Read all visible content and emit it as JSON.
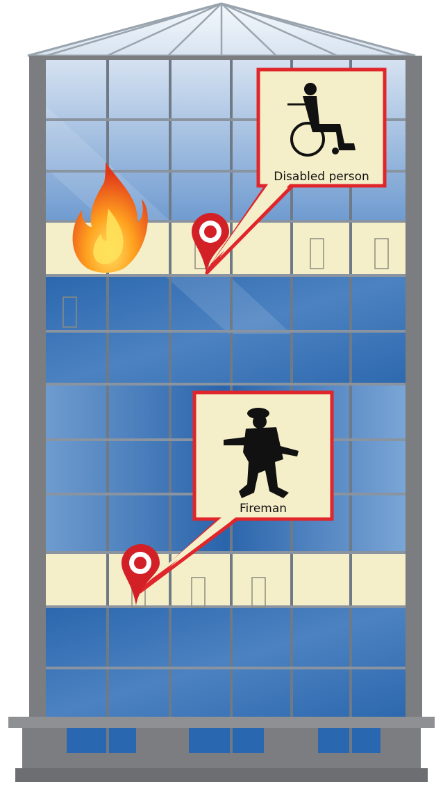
{
  "scene": {
    "description_free": true,
    "colors": {
      "frame": "#7b7d80",
      "frame_dark": "#5f6164",
      "glass_light": "#b9cde6",
      "glass_mid": "#5b8cc6",
      "glass_dark": "#1f5ea8",
      "mullion": "#6f7a86",
      "highlight_floor": "#f5efc9",
      "callout_bg": "#f5efc9",
      "callout_border": "#e0262b",
      "pin_red": "#d32027",
      "flame_outer": "#e8431c",
      "flame_inner": "#ffb21f"
    }
  },
  "callouts": [
    {
      "id": "disabled",
      "label": "Disabled person",
      "icon": "wheelchair-user-icon"
    },
    {
      "id": "fireman",
      "label": "Fireman",
      "icon": "firefighter-icon"
    }
  ],
  "icons": {
    "fire": "fire-icon",
    "pin": "location-pin-icon",
    "door": "door-icon"
  }
}
